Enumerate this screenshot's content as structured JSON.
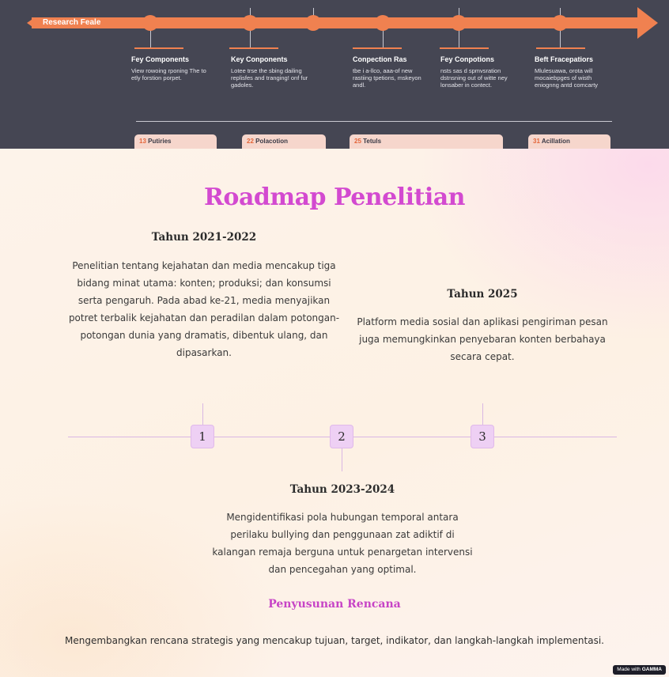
{
  "hero": {
    "arrow_label": "Research Feale",
    "columns": [
      {
        "title": "Fey Components",
        "text": "View rowoing rponing The to etly forstion porpet."
      },
      {
        "title": "Key Conponents",
        "text": "Lotee trse the sbing dailing replisfes and tranging! onf fur gadoles."
      },
      {
        "title": "Conpection Ras",
        "text": "tbe i a-llco, aaa-of new rastiing tpetions, mskeyon andl."
      },
      {
        "title": "Fey Conpotions",
        "text": "nsts sas d spmvsration dstnsning out of witte ney lonsaber in contect."
      },
      {
        "title": "Beft Fracepatiors",
        "text": "Mlulesuawa, orota will mocaiebpges of wisth eniognng antd comcarty"
      }
    ],
    "cards": [
      {
        "num": "13",
        "label": "Putiries"
      },
      {
        "num": "22",
        "label": "Polacotion"
      },
      {
        "num": "25",
        "label": "Tetuls"
      },
      {
        "num": "31",
        "label": "Acillation"
      }
    ]
  },
  "roadmap": {
    "title": "Roadmap Penelitian",
    "stage1": {
      "year": "Tahun 2021-2022",
      "text": "Penelitian tentang kejahatan dan media mencakup tiga bidang minat utama: konten; produksi; dan konsumsi serta pengaruh.  Pada abad ke-21, media menyajikan potret terbalik kejahatan dan peradilan dalam potongan-potongan dunia yang dramatis, dibentuk ulang, dan dipasarkan."
    },
    "stage3": {
      "year": "Tahun 2025",
      "text": "Platform media sosial dan aplikasi pengiriman pesan juga memungkinkan penyebaran konten berbahaya secara cepat."
    },
    "stage2": {
      "year": "Tahun 2023-2024",
      "text": "Mengidentifikasi pola hubungan temporal antara perilaku bullying dan penggunaan zat adiktif di kalangan remaja berguna untuk penargetan intervensi dan pencegahan yang optimal."
    },
    "nodes": [
      "1",
      "2",
      "3"
    ],
    "subheading": "Penyusunan Rencana",
    "plan_text": "Mengembangkan rencana strategis yang mencakup tujuan, target, indikator, dan langkah-langkah implementasi."
  },
  "badge": {
    "prefix": "Made with",
    "brand": "GAMMA"
  },
  "colors": {
    "accent": "#d34ad0",
    "hero_bg": "#454653",
    "arrow": "#f08150",
    "node_fill": "#eed0f4"
  }
}
